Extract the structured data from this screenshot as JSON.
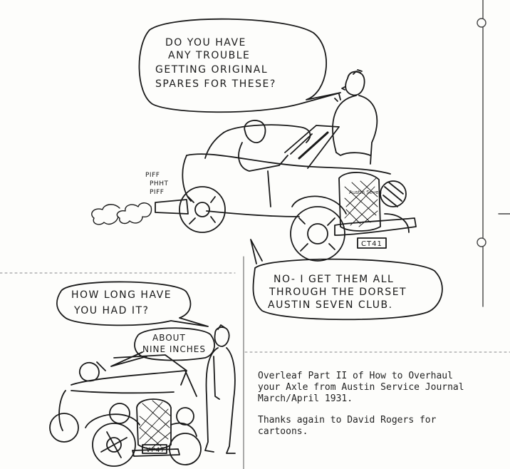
{
  "cartoon_top": {
    "question_bubble": [
      "DO YOU HAVE",
      "ANY TROUBLE",
      "GETTING ORIGINAL",
      "SPARES FOR THESE?"
    ],
    "exhaust_sound": [
      "PIFF",
      "PHHT",
      "PIFF"
    ],
    "license_plate": "CT41",
    "radiator_badge": "Austin Seven",
    "answer_bubble": [
      "NO- I GET THEM ALL",
      "THROUGH THE DORSET",
      "AUSTIN SEVEN CLUB."
    ]
  },
  "cartoon_bottom": {
    "question_bubble": [
      "HOW LONG HAVE",
      "YOU HAD IT?"
    ],
    "answer_bubble": [
      "ABOUT",
      "NINE INCHES"
    ],
    "license_plate": "VP47"
  },
  "note": {
    "line1": "Overleaf Part II of How to Overhaul",
    "line2": "your Axle from Austin Service Journal",
    "line3": "March/April 1931.",
    "line4": "Thanks again to David Rogers for",
    "line5": "cartoons."
  }
}
